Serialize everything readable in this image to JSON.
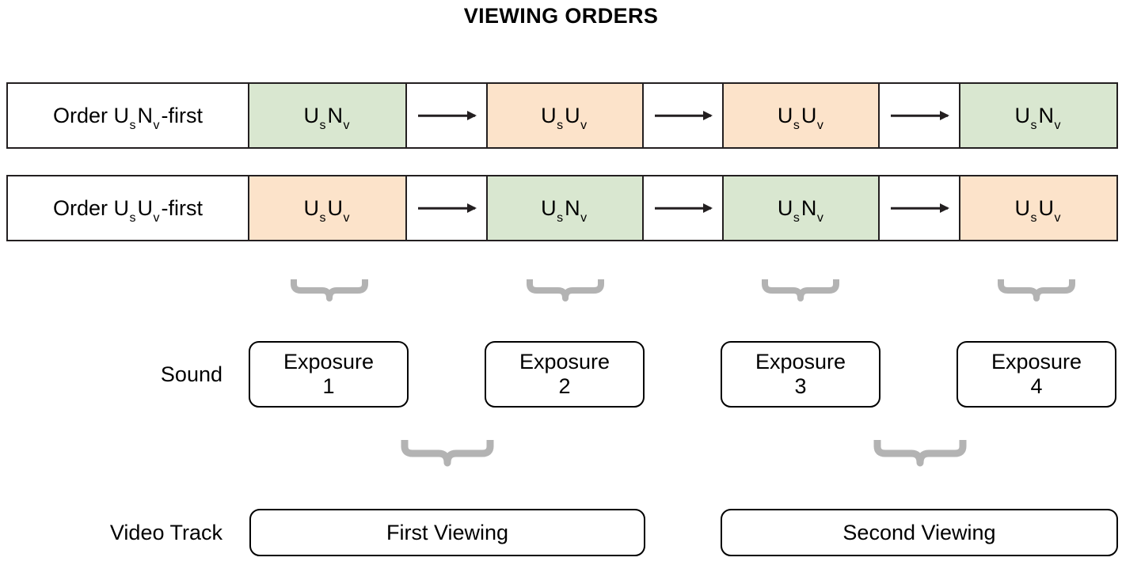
{
  "title": "VIEWING ORDERS",
  "colors": {
    "green_cell": "#d9e7d0",
    "orange_cell": "#fce3ca",
    "brace_gray": "#b3b3b3",
    "line_black": "#231f20"
  },
  "rows": [
    {
      "label_prefix": "Order ",
      "label_base1": "U",
      "label_sub1": "s",
      "label_base2": "N",
      "label_sub2": "v",
      "label_suffix": "-first",
      "label_text": "Order UsNv-first",
      "cells": [
        {
          "base1": "U",
          "sub1": "s",
          "base2": "N",
          "sub2": "v",
          "text": "UsNv",
          "color": "green"
        },
        {
          "base1": "U",
          "sub1": "s",
          "base2": "U",
          "sub2": "v",
          "text": "UsUv",
          "color": "orange"
        },
        {
          "base1": "U",
          "sub1": "s",
          "base2": "U",
          "sub2": "v",
          "text": "UsUv",
          "color": "orange"
        },
        {
          "base1": "U",
          "sub1": "s",
          "base2": "N",
          "sub2": "v",
          "text": "UsNv",
          "color": "green"
        }
      ]
    },
    {
      "label_prefix": "Order ",
      "label_base1": "U",
      "label_sub1": "s",
      "label_base2": "U",
      "label_sub2": "v",
      "label_suffix": "-first",
      "label_text": "Order UsUv-first",
      "cells": [
        {
          "base1": "U",
          "sub1": "s",
          "base2": "U",
          "sub2": "v",
          "text": "UsUv",
          "color": "orange"
        },
        {
          "base1": "U",
          "sub1": "s",
          "base2": "N",
          "sub2": "v",
          "text": "UsNv",
          "color": "green"
        },
        {
          "base1": "U",
          "sub1": "s",
          "base2": "N",
          "sub2": "v",
          "text": "UsNv",
          "color": "green"
        },
        {
          "base1": "U",
          "sub1": "s",
          "base2": "U",
          "sub2": "v",
          "text": "UsUv",
          "color": "orange"
        }
      ]
    }
  ],
  "sound": {
    "label": "Sound",
    "exposures": [
      {
        "line1": "Exposure",
        "line2": "1"
      },
      {
        "line1": "Exposure",
        "line2": "2"
      },
      {
        "line1": "Exposure",
        "line2": "3"
      },
      {
        "line1": "Exposure",
        "line2": "4"
      }
    ]
  },
  "video_track": {
    "label": "Video Track",
    "viewings": [
      {
        "label": "First Viewing"
      },
      {
        "label": "Second Viewing"
      }
    ]
  }
}
